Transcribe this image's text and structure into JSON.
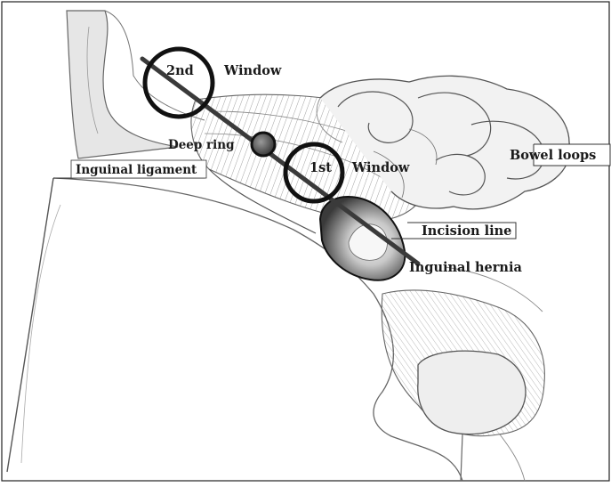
{
  "labels": {
    "second_window_num": "2nd",
    "second_window": "Window",
    "first_window_num": "1st",
    "first_window": "Window",
    "deep_ring": "Deep ring",
    "inguinal_ligament": "Inguinal ligament",
    "bowel_loops": "Bowel loops",
    "incision_line": "Incision line",
    "inguinal_hernia": "Inguinal hernia"
  },
  "colors": {
    "ink": "#1a1a1a",
    "sketch": "#555555",
    "shade": "#bdbdbd",
    "paper": "#ffffff"
  }
}
